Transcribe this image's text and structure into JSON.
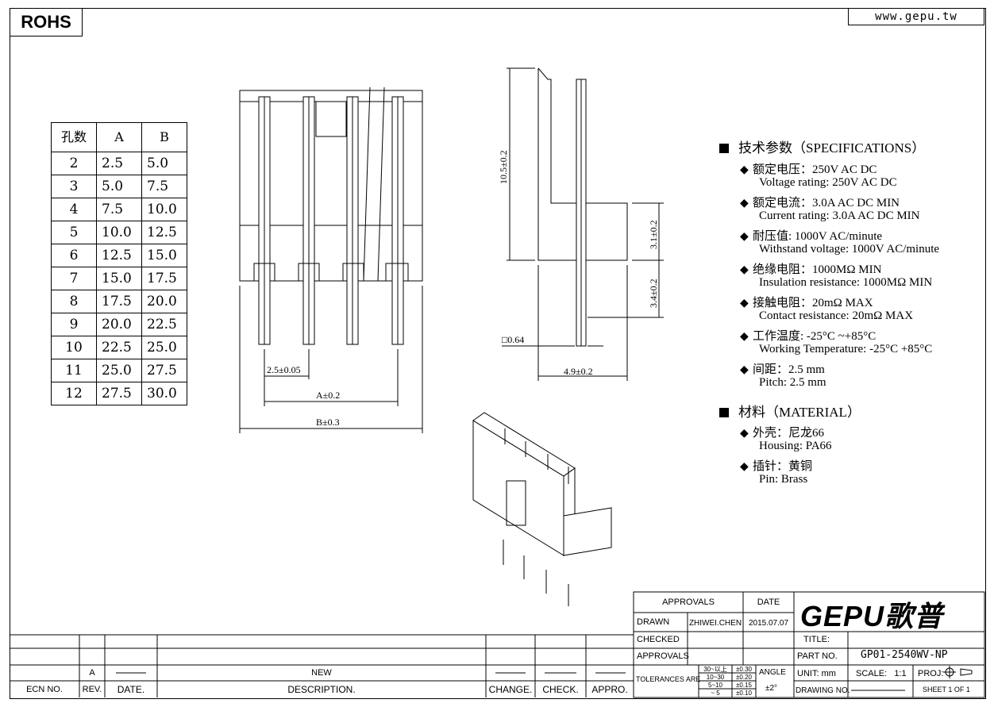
{
  "header": {
    "rohs": "ROHS",
    "website": "www.gepu.tw"
  },
  "dim_table": {
    "headers": [
      "孔数",
      "A",
      "B"
    ],
    "rows": [
      [
        "2",
        "2.5",
        "5.0"
      ],
      [
        "3",
        "5.0",
        "7.5"
      ],
      [
        "4",
        "7.5",
        "10.0"
      ],
      [
        "5",
        "10.0",
        "12.5"
      ],
      [
        "6",
        "12.5",
        "15.0"
      ],
      [
        "7",
        "15.0",
        "17.5"
      ],
      [
        "8",
        "17.5",
        "20.0"
      ],
      [
        "9",
        "20.0",
        "22.5"
      ],
      [
        "10",
        "22.5",
        "25.0"
      ],
      [
        "11",
        "25.0",
        "27.5"
      ],
      [
        "12",
        "27.5",
        "30.0"
      ]
    ]
  },
  "dimensions": {
    "pitch": "2.5±0.05",
    "a": "A±0.2",
    "b": "B±0.3",
    "height": "10.5±0.2",
    "upper": "3.1±0.2",
    "lower": "3.4±0.2",
    "pin": "□0.64",
    "depth": "4.9±0.2"
  },
  "specs": {
    "heading": "技术参数（SPECIFICATIONS）",
    "items": [
      {
        "cn": "额定电压：250V AC DC",
        "en": "Voltage rating: 250V AC DC"
      },
      {
        "cn": "额定电流：3.0A AC DC  MIN",
        "en": "Current rating: 3.0A  AC DC  MIN"
      },
      {
        "cn": "耐压值: 1000V AC/minute",
        "en": "Withstand voltage: 1000V AC/minute"
      },
      {
        "cn": "绝缘电阻：1000MΩ  MIN",
        "en": "Insulation resistance: 1000MΩ  MIN"
      },
      {
        "cn": "接触电阻：20mΩ  MAX",
        "en": "Contact resistance:  20mΩ   MAX"
      },
      {
        "cn": "工作温度: -25°C ~+85°C",
        "en": "Working Temperature: -25°C  +85°C"
      },
      {
        "cn": "间距：2.5 mm",
        "en": "Pitch: 2.5 mm"
      }
    ],
    "material_heading": "材料（MATERIAL）",
    "materials": [
      {
        "cn": "外壳：尼龙66",
        "en": "Housing:  PA66"
      },
      {
        "cn": "插针：黄铜",
        "en": "Pin: Brass"
      }
    ]
  },
  "title_block": {
    "approvals": "APPROVALS",
    "date": "DATE",
    "drawn": "DRAWN",
    "drawn_by": "ZHIWEI.CHEN",
    "drawn_date": "2015.07.07",
    "checked": "CHECKED",
    "approvals2": "APPROVALS",
    "logo": "GEPU歌普",
    "title_label": "TITLE:",
    "part_label": "PART NO.",
    "part_no": "GP01-2540WV-NP",
    "tolerances": "TOLERANCES ARE",
    "tol_ranges": [
      "30~以上",
      "10~30",
      "5~10",
      "~ 5"
    ],
    "tol_values": [
      "±0.30",
      "±0.20",
      "±0.15",
      "±0.10"
    ],
    "angle": "ANGLE",
    "angle_val": "±2°",
    "unit_label": "UNIT:",
    "unit": "mm",
    "scale_label": "SCALE:",
    "scale": "1:1",
    "proj": "PROJ:",
    "drawing_no": "DRAWING NO.",
    "sheet": "SHEET   1  OF  1"
  },
  "revision_block": {
    "ecn": "ECN NO.",
    "rev_label": "REV.",
    "date_label": "DATE.",
    "desc_label": "DESCRIPTION.",
    "change": "CHANGE.",
    "check": "CHECK.",
    "appro": "APPRO.",
    "rev": "A",
    "desc": "NEW"
  }
}
